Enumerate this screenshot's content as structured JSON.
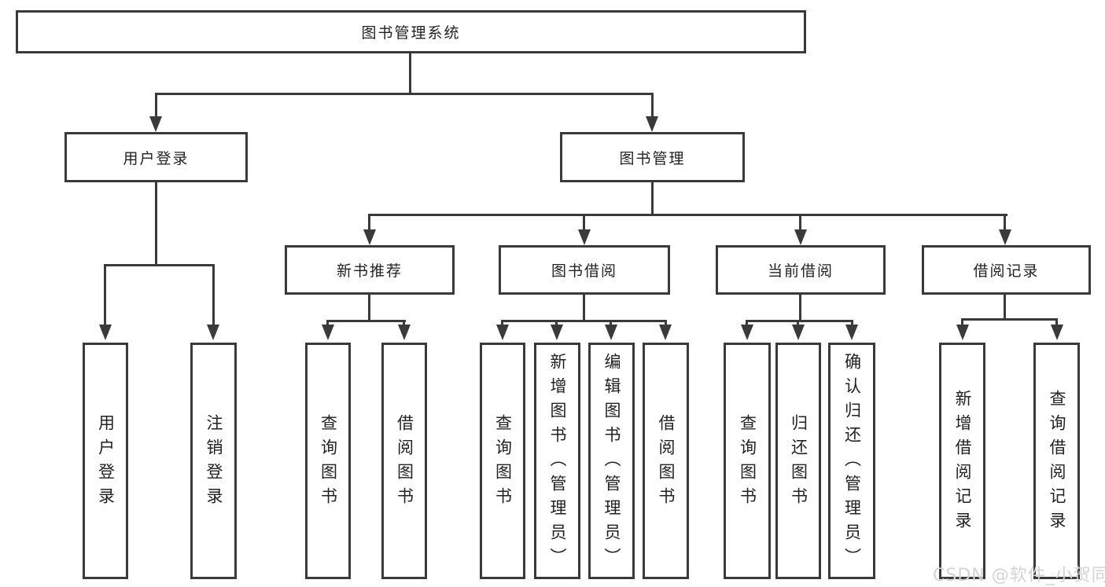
{
  "colors": {
    "line": "#3a3a3a",
    "text": "#222222",
    "background": "#ffffff",
    "watermark_text": "#d4d4d4"
  },
  "watermark": "CSDN @软件_小贺同学",
  "nodes": {
    "root": "图书管理系统",
    "level1": {
      "user_login": "用户登录",
      "book_management": "图书管理"
    },
    "level2": {
      "new_book_recommend": "新书推荐",
      "book_borrowing": "图书借阅",
      "current_borrowing": "当前借阅",
      "borrowing_records": "借阅记录"
    },
    "leaves": {
      "user_login": "用户登录",
      "logout": "注销登录",
      "recommend_query_book": "查询图书",
      "recommend_borrow_book": "借阅图书",
      "borrowing_query_book": "查询图书",
      "borrowing_add_book": "新增图书（管理员）",
      "borrowing_edit_book": "编辑图书（管理员）",
      "borrowing_borrow_book": "借阅图书",
      "current_query_book": "查询图书",
      "current_return_book": "归还图书",
      "current_confirm_return": "确认归还（管理员）",
      "records_add_record": "新增借阅记录",
      "records_query_record": "查询借阅记录"
    }
  }
}
